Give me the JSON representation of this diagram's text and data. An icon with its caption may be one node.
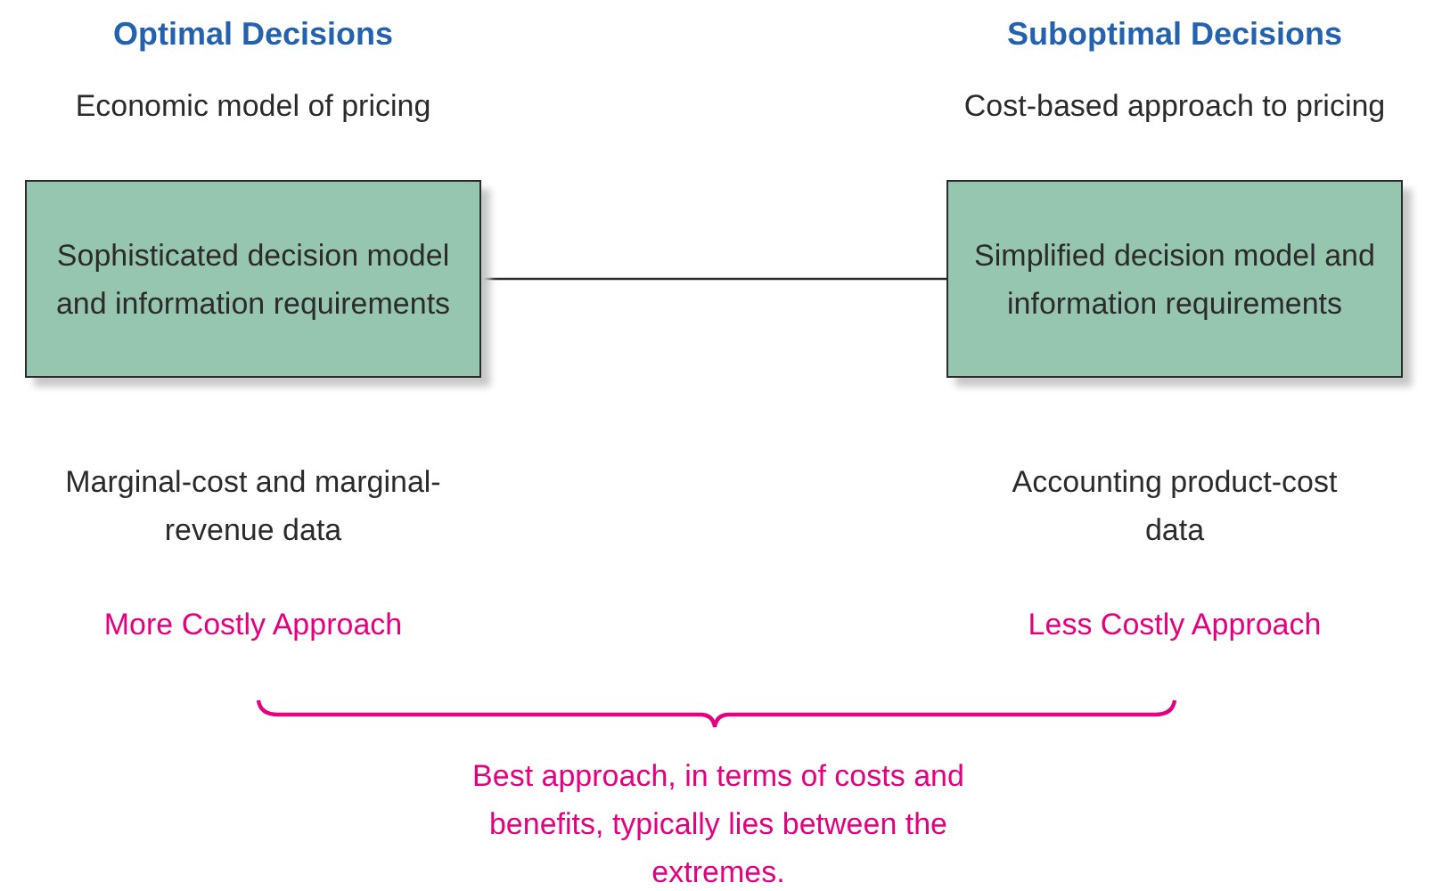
{
  "diagram": {
    "nodes": [
      {
        "text": [
          "Sophisticated decision model and information requirements"
        ]
      },
      {
        "text": [
          "Simplified decision model and information requirements"
        ]
      }
    ],
    "edges": [
      {
        "from": 0,
        "to": 1,
        "arrow": "none"
      }
    ],
    "labels": [
      "Optimal Decisions",
      "Suboptimal Decisions",
      "Economic model of pricing",
      "Cost-based approach to pricing",
      "Marginal-cost and marginal-revenue data",
      "Accounting product-cost data",
      "More Costly Approach",
      "Less Costly Approach",
      "Best approach, in terms of costs and benefits, typically lies between the extremes."
    ]
  }
}
